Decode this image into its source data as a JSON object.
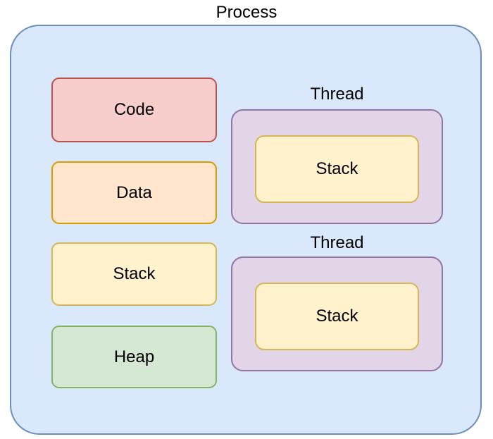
{
  "diagram": {
    "title": "Process",
    "type": "nested-block-diagram",
    "process": {
      "label": "Process",
      "fill": "#dae8fc",
      "stroke": "#6c8ebf",
      "segments": [
        {
          "label": "Code",
          "fill": "#f8cecc",
          "stroke": "#b85450"
        },
        {
          "label": "Data",
          "fill": "#ffe6cc",
          "stroke": "#d79b00"
        },
        {
          "label": "Stack",
          "fill": "#fff2cc",
          "stroke": "#d6b656"
        },
        {
          "label": "Heap",
          "fill": "#d5e8d4",
          "stroke": "#82b366"
        }
      ],
      "threads": [
        {
          "label": "Thread",
          "fill": "#e1d5e7",
          "stroke": "#9673a6",
          "stack": {
            "label": "Stack",
            "fill": "#fff2cc",
            "stroke": "#d6b656"
          }
        },
        {
          "label": "Thread",
          "fill": "#e1d5e7",
          "stroke": "#9673a6",
          "stack": {
            "label": "Stack",
            "fill": "#fff2cc",
            "stroke": "#d6b656"
          }
        }
      ]
    }
  }
}
